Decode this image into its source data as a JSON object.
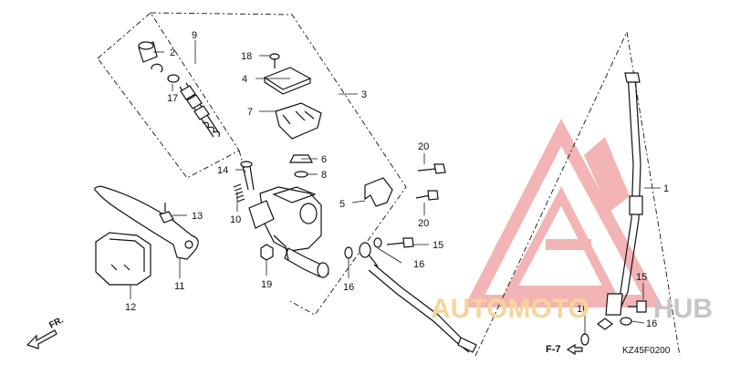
{
  "diagram": {
    "callouts": [
      {
        "id": "c1",
        "label": "1"
      },
      {
        "id": "c2",
        "label": "2"
      },
      {
        "id": "c3",
        "label": "3"
      },
      {
        "id": "c4",
        "label": "4"
      },
      {
        "id": "c5",
        "label": "5"
      },
      {
        "id": "c6",
        "label": "6"
      },
      {
        "id": "c7",
        "label": "7"
      },
      {
        "id": "c8",
        "label": "8"
      },
      {
        "id": "c9",
        "label": "9"
      },
      {
        "id": "c10",
        "label": "10"
      },
      {
        "id": "c11",
        "label": "11"
      },
      {
        "id": "c12",
        "label": "12"
      },
      {
        "id": "c13",
        "label": "13"
      },
      {
        "id": "c14",
        "label": "14"
      },
      {
        "id": "c15a",
        "label": "15"
      },
      {
        "id": "c15b",
        "label": "15"
      },
      {
        "id": "c16a",
        "label": "16"
      },
      {
        "id": "c16b",
        "label": "16"
      },
      {
        "id": "c16c",
        "label": "16"
      },
      {
        "id": "c16d",
        "label": "16"
      },
      {
        "id": "c17",
        "label": "17"
      },
      {
        "id": "c18",
        "label": "18"
      },
      {
        "id": "c19",
        "label": "19"
      },
      {
        "id": "c20a",
        "label": "20"
      },
      {
        "id": "c20b",
        "label": "20"
      }
    ],
    "direction_label": "FR.",
    "reference_label": "F-7",
    "diagram_code": "KZ45F0200"
  },
  "watermark": {
    "text_primary": "AUTOMOTO",
    "text_secondary": "HUB",
    "colors": {
      "logo_red": "#f0a7a7",
      "text_primary": "#f7d49a",
      "text_secondary": "#c6c6c6"
    }
  },
  "colors": {
    "line": "#111111",
    "background": "#ffffff"
  }
}
